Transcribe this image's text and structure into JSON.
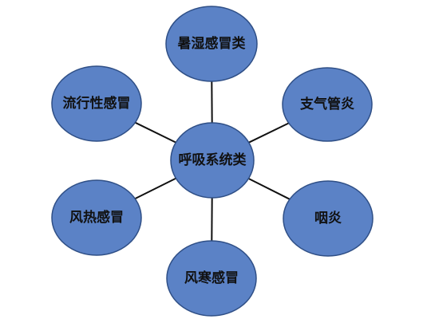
{
  "diagram": {
    "colors": {
      "node_fill": "#5b82c6",
      "node_stroke": "#2f4f86",
      "edge": "#111111",
      "text": "#111111"
    },
    "center": {
      "label": "呼吸系统类"
    },
    "nodes": [
      {
        "id": "top",
        "label": "暑湿感冒类"
      },
      {
        "id": "upper-right",
        "label": "支气管炎"
      },
      {
        "id": "lower-right",
        "label": "咽炎"
      },
      {
        "id": "bottom",
        "label": "风寒感冒"
      },
      {
        "id": "lower-left",
        "label": "风热感冒"
      },
      {
        "id": "upper-left",
        "label": "流行性感冒"
      }
    ]
  }
}
